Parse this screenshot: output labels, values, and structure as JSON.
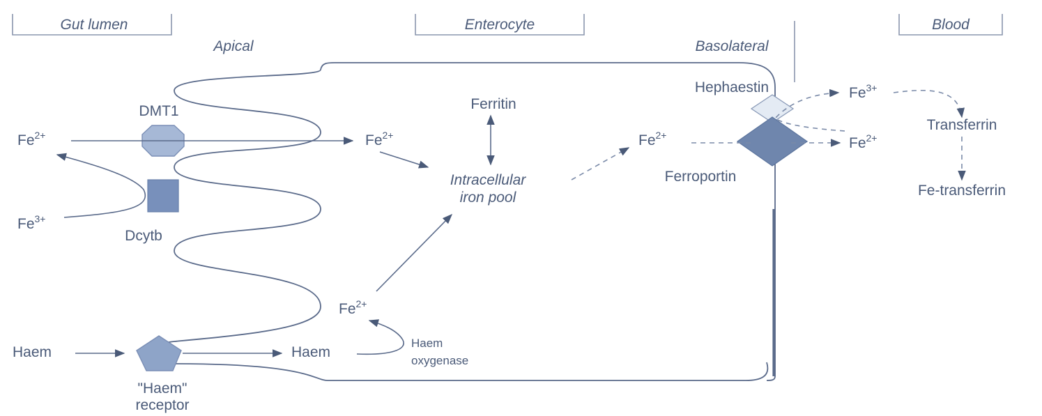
{
  "headers": {
    "gut_lumen": "Gut lumen",
    "enterocyte": "Enterocyte",
    "blood": "Blood"
  },
  "sides": {
    "apical": "Apical",
    "basolateral": "Basolateral"
  },
  "transporters": {
    "dmt1": "DMT1",
    "dcytb": "Dcytb",
    "haem_receptor_line1": "\"Haem\"",
    "haem_receptor_line2": "receptor",
    "hephaestin": "Hephaestin",
    "ferroportin": "Ferroportin"
  },
  "species": {
    "fe": "Fe",
    "fe2_charge": "2+",
    "fe3_charge": "3+",
    "haem": "Haem",
    "ferritin": "Ferritin",
    "pool_line1": "Intracellular",
    "pool_line2": "iron pool",
    "haem_oxygenase_line1": "Haem",
    "haem_oxygenase_line2": "oxygenase",
    "transferrin": "Transferrin",
    "fe_transferrin": "Fe-transferrin"
  },
  "colors": {
    "shape_fill": "#8ea4c8",
    "shape_fill_dark": "#6f86ad",
    "shape_fill_light": "#e4ebf4",
    "ink": "#4a5a78"
  }
}
